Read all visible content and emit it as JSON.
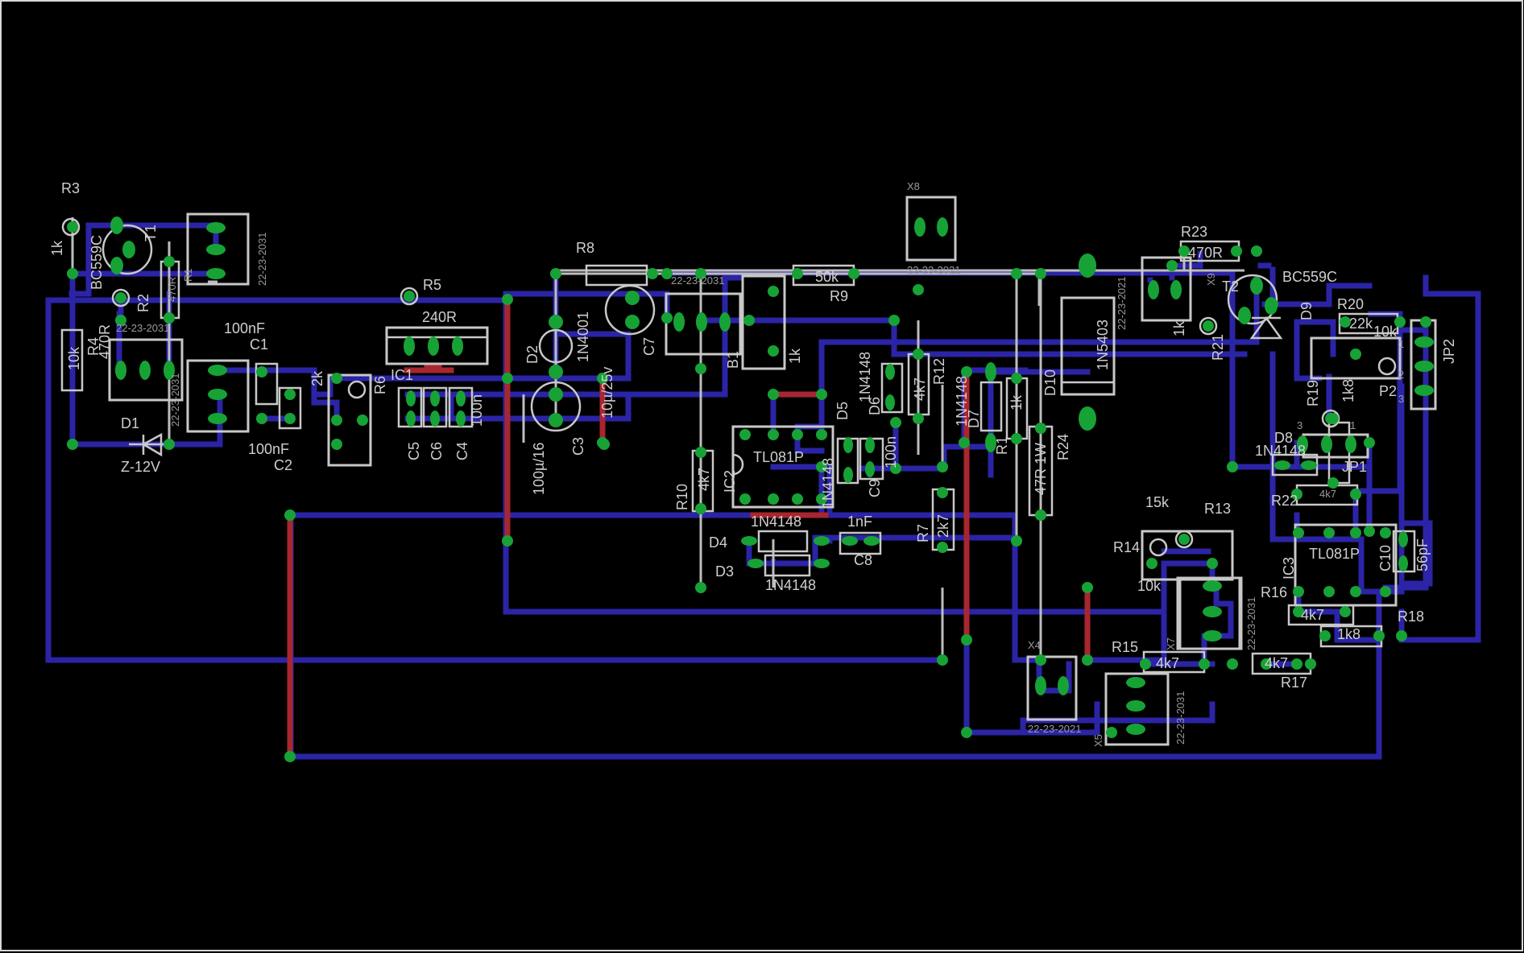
{
  "board": {
    "outline_color": "#d8d8d8",
    "bottom_trace_color": "#2b24a6",
    "top_trace_color": "#a8262f",
    "silkscreen_color": "#c8c8c8",
    "pad_color": "#17a236"
  },
  "labels": {
    "R3": "R3",
    "R3v": "1k",
    "T1v": "BC559C",
    "T1": "T1",
    "X1v": "22-23-2031",
    "R1v": "470R",
    "R1": "R1",
    "R2": "R2",
    "R2v": "470R",
    "X2v": "22-23-2031",
    "R4": "R4",
    "R4v": "10k",
    "D1": "D1",
    "D1v": "Z-12V",
    "X3v": "22-23-2031",
    "C1": "C1",
    "C1v": "100nF",
    "C2v": "100nF",
    "C2": "C2",
    "R6v": "2k",
    "R6": "R6",
    "R5": "R5",
    "R5v": "240R",
    "IC1": "IC1",
    "C5": "C5",
    "C6": "C6",
    "C4": "C4",
    "C4v": "100n",
    "D2": "D2",
    "D2v": "1N4001",
    "C3v": "100µ/16",
    "C3": "C3",
    "R8": "R8",
    "C7v": "10µ/25v",
    "C7": "C7",
    "X10v": "22-23-2031",
    "B1": "B1",
    "R9v": "50k",
    "R9": "R9",
    "P1v": "1k",
    "X8": "X8",
    "X8v": "22-23-2021",
    "D6v": "1N4148",
    "D6": "D6",
    "R11v": "4k7",
    "R12": "R12",
    "D7v": "1N4148",
    "D7": "D7",
    "R1b": "R1",
    "R1bv": "1k",
    "R24v": "47R 1W",
    "R24": "R24",
    "D10": "D10",
    "D10v": "1N5403",
    "X9v": "22-23-2021",
    "IC2": "IC2",
    "IC2v": "TL081P",
    "R10": "R10",
    "R10v": "4k7",
    "D5": "D5",
    "D5v": "1N4148",
    "C9": "C9",
    "C9v": "100n",
    "D4": "D4",
    "D4v": "1N4148",
    "D3": "D3",
    "D3v": "1N4148",
    "C8v": "1nF",
    "C8": "C8",
    "R7": "R7",
    "R7v": "2k7",
    "X4": "X4",
    "X4v": "22-23-2021",
    "R15": "R15",
    "R15v": "4k7",
    "X7": "X7",
    "X5": "X5",
    "X5v": "22-23-2031",
    "R23": "R23",
    "R23v": "470R",
    "X9": "X9",
    "T2": "T2",
    "T2v": "BC559C",
    "D9": "D9",
    "R21": "R21",
    "R21v": "1k",
    "R20": "R20",
    "R20v": "22k",
    "P2v": "10k",
    "P2": "P2",
    "JP2": "JP2",
    "R19": "R19",
    "R19v": "1k8",
    "D8": "D8",
    "D8v": "1N4148",
    "JP1": "JP1",
    "R22": "R22",
    "R22v": "4k7",
    "IC3": "IC3",
    "IC3v": "TL081P",
    "C10": "C10",
    "C10v": "56pF",
    "R13v": "15k",
    "R13": "R13",
    "R14": "R14",
    "R14v": "10k",
    "X6v": "22-23-2031",
    "R16": "R16",
    "R16v": "4k7",
    "R17v": "4k7",
    "R17": "R17",
    "R18": "R18",
    "R18v": "1k8",
    "n1": "1",
    "n2": "2",
    "n3": "3",
    "n3b": "3",
    "n1b": "1"
  }
}
